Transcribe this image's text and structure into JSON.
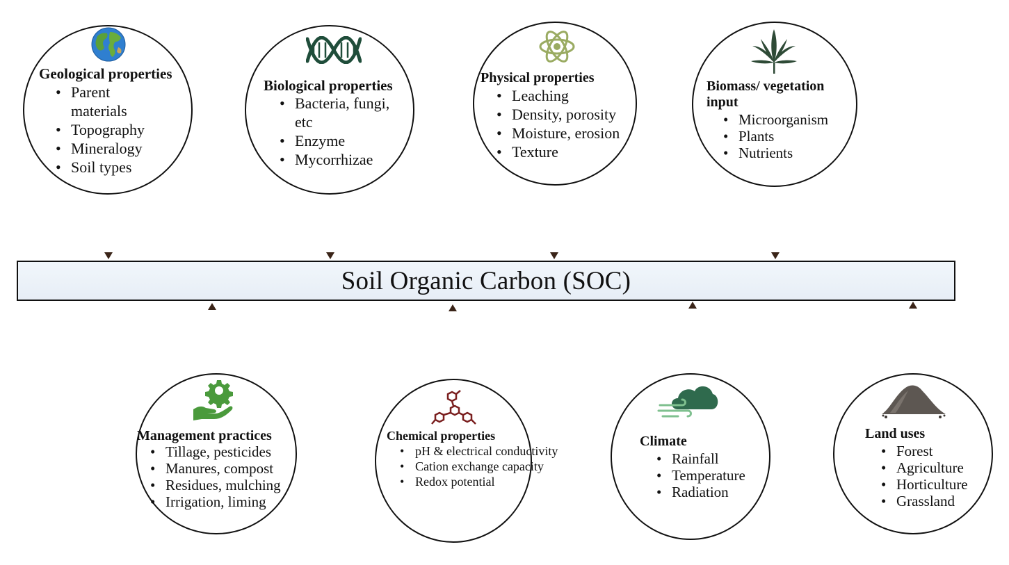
{
  "center": {
    "label": "Soil Organic Carbon (SOC)"
  },
  "top_factors": [
    {
      "title": "Geological properties",
      "icon": "globe-icon",
      "items": [
        "Parent materials",
        "Topography",
        "Mineralogy",
        "Soil types"
      ]
    },
    {
      "title": "Biological properties",
      "icon": "dna-icon",
      "items": [
        "Bacteria, fungi, etc",
        "Enzyme",
        "Mycorrhizae"
      ]
    },
    {
      "title": "Physical properties",
      "icon": "atom-icon",
      "items": [
        "Leaching",
        "Density, porosity",
        "Moisture, erosion",
        "Texture"
      ]
    },
    {
      "title": "Biomass/ vegetation input",
      "icon": "leaf-icon",
      "items": [
        "Microorganism",
        "Plants",
        "Nutrients"
      ]
    }
  ],
  "bottom_factors": [
    {
      "title": "Management practices",
      "icon": "hand-gear-icon",
      "items": [
        "Tillage, pesticides",
        "Manures, compost",
        "Residues, mulching",
        "Irrigation, liming"
      ]
    },
    {
      "title": "Chemical properties",
      "icon": "molecule-icon",
      "items": [
        "pH & electrical conductivity",
        "Cation exchange capacity",
        "Redox potential"
      ]
    },
    {
      "title": "Climate",
      "icon": "wind-cloud-icon",
      "items": [
        "Rainfall",
        "Temperature",
        "Radiation"
      ]
    },
    {
      "title": "Land uses",
      "icon": "soil-pile-icon",
      "items": [
        "Forest",
        "Agriculture",
        "Horticulture",
        "Grassland"
      ]
    }
  ],
  "colors": {
    "arrow": "#3a2418",
    "bar_fill": "#edf3f9",
    "dna": "#1f4d3a",
    "atom": "#9aab62",
    "leaf": "#2e4a36",
    "gear_hand": "#4a9a3c",
    "molecule": "#7a1f1f",
    "cloud": "#2f6a4d",
    "soil": "#5d5752"
  }
}
